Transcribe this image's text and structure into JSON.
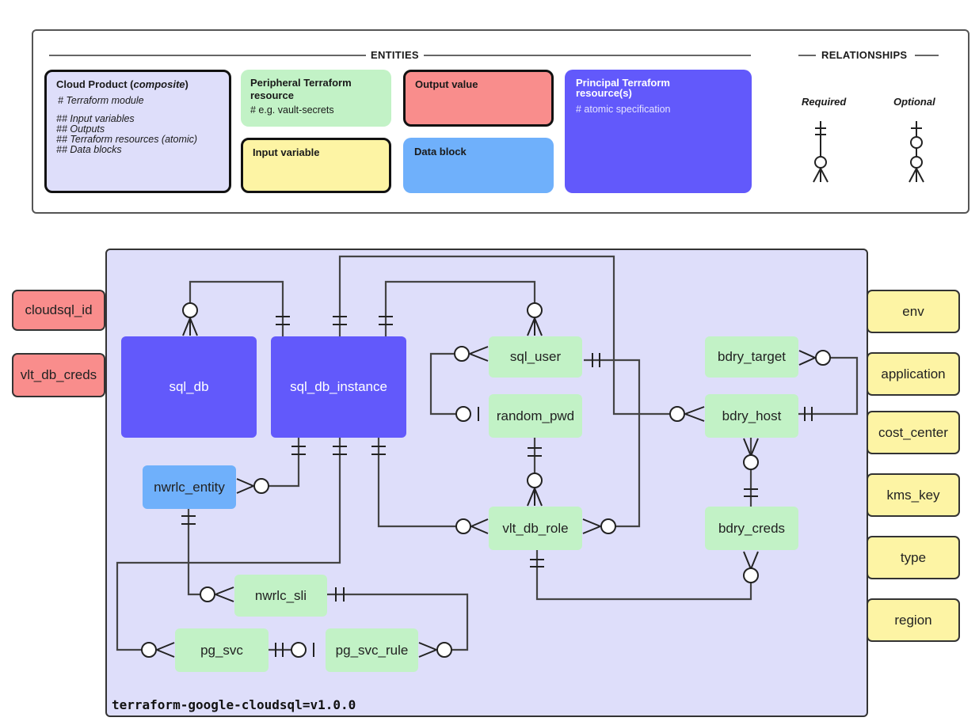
{
  "legend": {
    "entities_heading": "ENTITIES",
    "relationships_heading": "RELATIONSHIPS",
    "cloud_product": {
      "title_prefix": "Cloud Product (",
      "title_em": "composite",
      "title_suffix": ")",
      "line1": "#   Terraform module",
      "lines": [
        "## Input variables",
        "## Outputs",
        "## Terraform resources (atomic)",
        "## Data blocks"
      ]
    },
    "peripheral": {
      "title": "Peripheral Terraform resource",
      "note": "# e.g. vault-secrets"
    },
    "output_value": {
      "title": "Output value"
    },
    "input_variable": {
      "title": "Input variable"
    },
    "data_block": {
      "title": "Data block"
    },
    "principal": {
      "title": "Principal Terraform resource(s)",
      "note": "# atomic specification"
    },
    "required_label": "Required",
    "optional_label": "Optional"
  },
  "module_label": "terraform-google-cloudsql=v1.0.0",
  "outputs": [
    "cloudsql_id",
    "vlt_db_creds"
  ],
  "inputs": [
    "env",
    "application",
    "cost_center",
    "kms_key",
    "type",
    "region"
  ],
  "entities": {
    "sql_db": "sql_db",
    "sql_db_instance": "sql_db_instance",
    "sql_user": "sql_user",
    "random_pwd": "random_pwd",
    "nwrlc_entity": "nwrlc_entity",
    "vlt_db_role": "vlt_db_role",
    "nwrlc_sli": "nwrlc_sli",
    "pg_svc": "pg_svc",
    "pg_svc_rule": "pg_svc_rule",
    "bdry_target": "bdry_target",
    "bdry_host": "bdry_host",
    "bdry_creds": "bdry_creds"
  },
  "colors": {
    "principal": "#6259fb",
    "peripheral": "#c2f2c6",
    "data_block": "#6fb0fb",
    "input": "#fdf4a4",
    "output": "#f98d8c",
    "composite": "#dedefa"
  }
}
